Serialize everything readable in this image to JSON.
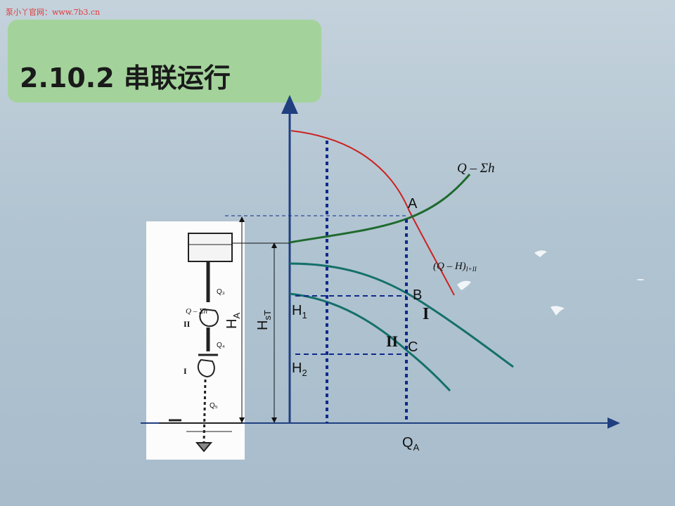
{
  "watermark": "泵小丫官网：www.7b3.cn",
  "title": "2.10.2 串联运行",
  "labels": {
    "A": "A",
    "B": "B",
    "C": "C",
    "H1": "H",
    "H1_sub": "1",
    "H2": "H",
    "H2_sub": "2",
    "HA": "H",
    "HA_sub": "A",
    "HsT": "H",
    "HsT_sub": "sT",
    "QA": "Q",
    "QA_sub": "A",
    "pump_I": "I",
    "pump_II": "II",
    "pipe_curve": "Q – Σh",
    "combined_curve": "(Q – H)",
    "combined_sub": "I+II"
  },
  "sketch_labels": {
    "q_sum_h": "Q – Σh",
    "roman_II": "II",
    "roman_I": "I",
    "q3": "Q₃",
    "q4": "Q₄",
    "q5": "Q₅"
  },
  "colors": {
    "axis": "#1f3f7f",
    "combined_curve": "#cc2222",
    "pipe_curve": "#1e6a2e",
    "pump_curve": "#14706a",
    "dashed": "#0e2a8a",
    "title_bg": "#a3d39b"
  }
}
